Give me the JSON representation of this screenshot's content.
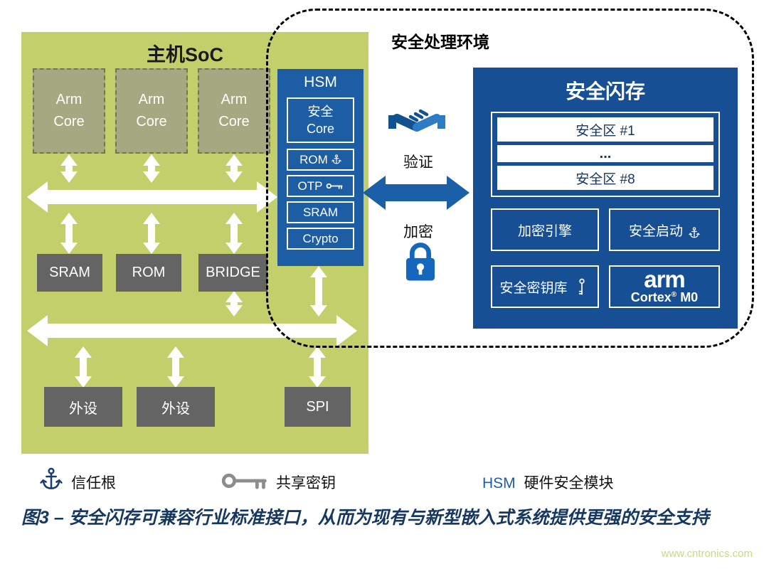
{
  "soc": {
    "title": "主机SoC",
    "arm_cores": [
      {
        "l1": "Arm",
        "l2": "Core"
      },
      {
        "l1": "Arm",
        "l2": "Core"
      },
      {
        "l1": "Arm",
        "l2": "Core"
      }
    ],
    "mem": [
      "SRAM",
      "ROM",
      "BRIDGE"
    ],
    "periph": [
      "外设",
      "外设",
      "SPI"
    ]
  },
  "hsm": {
    "title": "HSM",
    "secure_core": {
      "l1": "安全",
      "l2": "Core"
    },
    "rom": "ROM",
    "otp": "OTP",
    "sram": "SRAM",
    "crypto": "Crypto"
  },
  "secure_env": {
    "title": "安全处理环境",
    "verify": "验证",
    "encrypt": "加密"
  },
  "flash": {
    "title": "安全闪存",
    "zones": [
      "安全区 #1",
      "...",
      "安全区 #8"
    ],
    "crypto_engine": "加密引擎",
    "secure_boot": "安全启动",
    "key_store": "安全密钥库",
    "arm": "arm",
    "cortex_prefix": "Cortex",
    "cortex_reg": "®",
    "cortex_model": "M0"
  },
  "legend": {
    "root_of_trust": "信任根",
    "shared_key": "共享密钥",
    "hsm_abbr": "HSM",
    "hsm_desc": "硬件安全模块"
  },
  "caption": "图3 – 安全闪存可兼容行业标准接口，从而为现有与新型嵌入式系统提供更强的安全支持",
  "watermark": "www.cntronics.com",
  "colors": {
    "soc_green": "#c3cf6b",
    "hsm_blue": "#1d5da4",
    "flash_blue": "#174f94",
    "box_gray": "#646464",
    "link_blue": "#1b5fa8",
    "caption_navy": "#16375f"
  },
  "icons": {
    "handshake": "handshake-icon",
    "lock": "lock-icon",
    "anchor": "anchor-icon",
    "key": "key-icon"
  }
}
